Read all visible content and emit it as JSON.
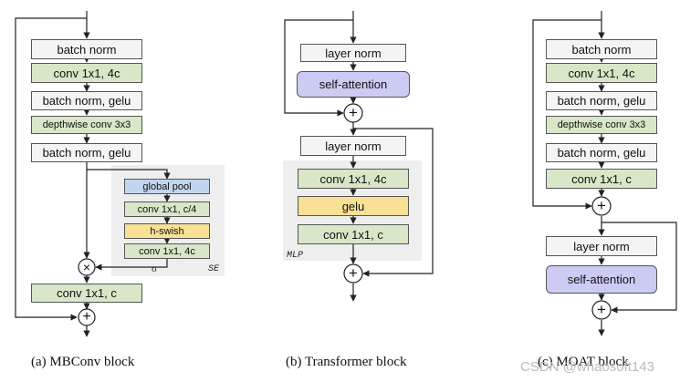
{
  "mbconv": {
    "batch_norm": "batch norm",
    "conv_expand": "conv 1x1, 4c",
    "batch_norm_gelu_1": "batch norm, gelu",
    "depthwise": "depthwise conv 3x3",
    "batch_norm_gelu_2": "batch norm, gelu",
    "se": {
      "global_pool": "global pool",
      "conv_reduce": "conv 1x1, c/4",
      "hswish": "h-swish",
      "conv_expand": "conv 1x1, 4c",
      "sigma": "σ",
      "tag": "SE"
    },
    "conv_project": "conv 1x1, c",
    "multiply": "×",
    "add": "+",
    "caption": "(a) MBConv block"
  },
  "transformer": {
    "layer_norm_1": "layer norm",
    "self_attention": "self-attention",
    "add_1": "+",
    "layer_norm_2": "layer norm",
    "mlp": {
      "conv_expand": "conv 1x1, 4c",
      "gelu": "gelu",
      "conv_project": "conv 1x1, c",
      "tag": "MLP"
    },
    "add_2": "+",
    "caption": "(b) Transformer block"
  },
  "moat": {
    "batch_norm": "batch norm",
    "conv_expand": "conv 1x1, 4c",
    "batch_norm_gelu_1": "batch norm, gelu",
    "depthwise": "depthwise conv 3x3",
    "batch_norm_gelu_2": "batch norm, gelu",
    "conv_project": "conv 1x1, c",
    "add_1": "+",
    "layer_norm": "layer norm",
    "self_attention": "self-attention",
    "add_2": "+",
    "caption": "(c) MOAT block"
  },
  "watermark": "CSDN @whaosoft143"
}
